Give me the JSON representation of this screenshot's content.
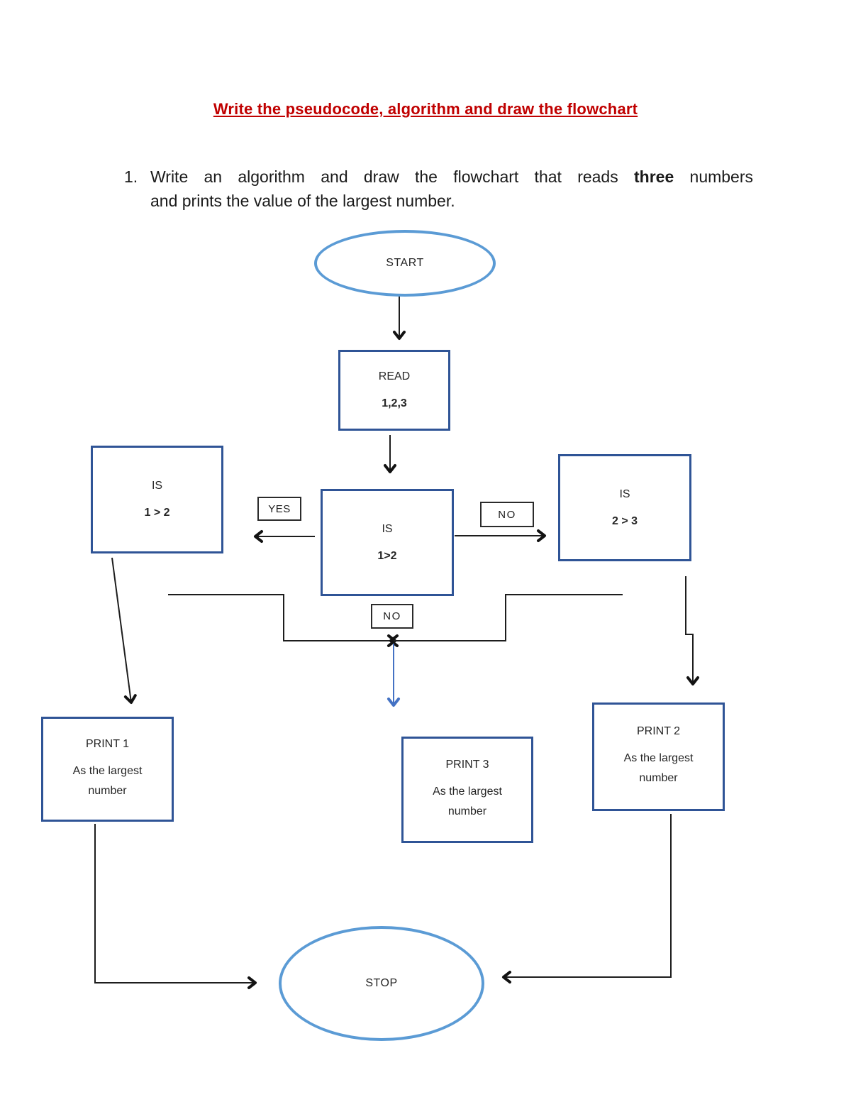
{
  "page": {
    "title": "Write the pseudocode, algorithm and draw the flowchart",
    "item_number": "1.",
    "intro": {
      "text_before": "Write an algorithm and draw the flowchart that reads ",
      "bold_word": "three",
      "text_after": " numbers",
      "line2": "and prints the value of the largest number."
    }
  },
  "flowchart": {
    "start": {
      "label": "START"
    },
    "read": {
      "line1": "READ",
      "line2": "1,2,3"
    },
    "decision_center": {
      "line1": "IS",
      "line2": "1>2"
    },
    "decision_left": {
      "line1": "IS",
      "line2": "1 > 2"
    },
    "decision_right": {
      "line1": "IS",
      "line2": "2 > 3"
    },
    "label_yes": "YES",
    "label_no_right": "NO",
    "label_no_bottom": "NO",
    "print1": {
      "line1": "PRINT 1",
      "line2": "As the largest",
      "line3": "number"
    },
    "print2": {
      "line1": "PRINT 2",
      "line2": "As the largest",
      "line3": "number"
    },
    "print3": {
      "line1": "PRINT 3",
      "line2": "As the largest",
      "line3": "number"
    },
    "stop": {
      "label": "STOP"
    }
  },
  "colors": {
    "title_red": "#c00000",
    "shape_border": "#2f5496",
    "oval_border": "#5b9bd5",
    "connector": "#1d1d1d",
    "blue_arrow": "#4472c4"
  }
}
